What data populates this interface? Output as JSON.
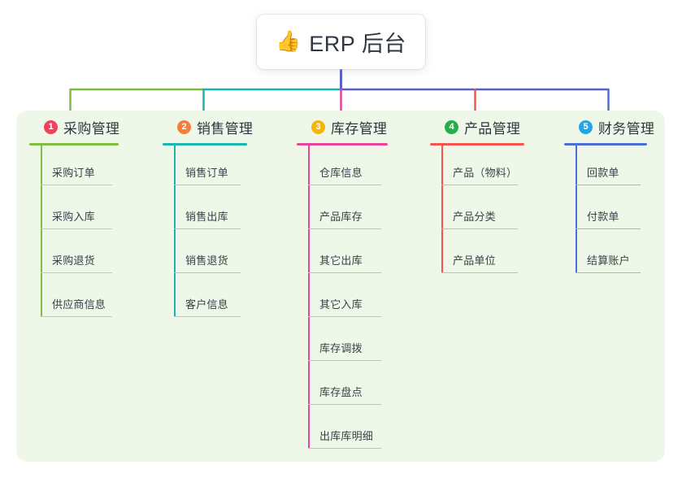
{
  "title": {
    "emoji": "👍",
    "emoji_name": "thumbs-up-icon",
    "text": "ERP 后台"
  },
  "colors": {
    "page_background": "#ffffff",
    "panel_background": "#eef7e8",
    "title_card_background": "#ffffff",
    "title_text": "#2f3640",
    "trunk": "#5b5fc7",
    "bus_left_green": "#7fbc42",
    "bus_mid_teal": "#18b6ad",
    "bus_right_blue": "#5b5fc7"
  },
  "columns": [
    {
      "index": "1",
      "badge_color": "#f0405e",
      "accent": "#7fbc42",
      "accent_light": "#b7d898",
      "title": "采购管理",
      "items": [
        "采购订单",
        "采购入库",
        "采购退货",
        "供应商信息"
      ]
    },
    {
      "index": "2",
      "badge_color": "#f57f36",
      "accent": "#18b6ad",
      "accent_light": "#8fd6d2",
      "title": "销售管理",
      "items": [
        "销售订单",
        "销售出库",
        "销售退货",
        "客户信息"
      ]
    },
    {
      "index": "3",
      "badge_color": "#f5b511",
      "accent": "#e8449b",
      "accent_light": "#f0a6cd",
      "title": "库存管理",
      "items": [
        "仓库信息",
        "产品库存",
        "其它出库",
        "其它入库",
        "库存调拨",
        "库存盘点",
        "出库库明细"
      ]
    },
    {
      "index": "4",
      "badge_color": "#27ae4a",
      "accent": "#f4564e",
      "accent_light": "#f6a8a2",
      "title": "产品管理",
      "items": [
        "产品（物料）",
        "产品分类",
        "产品单位"
      ]
    },
    {
      "index": "5",
      "badge_color": "#22a6e8",
      "accent": "#4c6fd4",
      "accent_light": "#9fb4e3",
      "title": "财务管理",
      "items": [
        "回款单",
        "付款单",
        "结算账户"
      ]
    }
  ]
}
